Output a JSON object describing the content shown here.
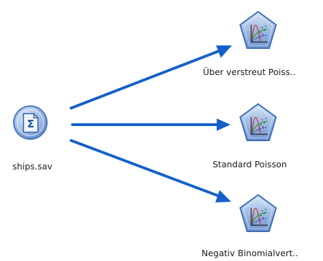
{
  "source": {
    "label": "ships.sav",
    "icon": "spss-data-file-icon"
  },
  "models": [
    {
      "label": "Über verstreut Poiss..",
      "icon": "genlin-model-nugget-icon"
    },
    {
      "label": "Standard Poisson",
      "icon": "genlin-model-nugget-icon"
    },
    {
      "label": "Negativ Binomialvert..",
      "icon": "genlin-model-nugget-icon"
    }
  ],
  "colors": {
    "link": "#1560c8",
    "node_fill": "#8eaedb",
    "node_rim": "#3f6fb6",
    "label_text": "#1a1a1a"
  }
}
